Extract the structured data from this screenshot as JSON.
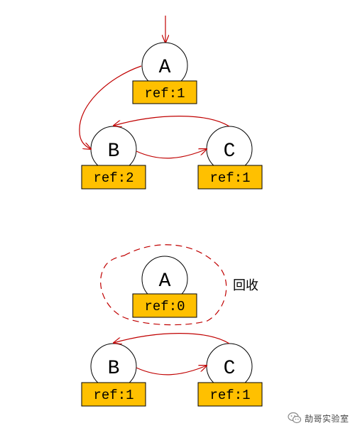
{
  "colors": {
    "ref_box": "#FFC000",
    "arrow": "#C00000",
    "outline": "#000000"
  },
  "top": {
    "node_a": {
      "letter": "A",
      "ref": "ref:1"
    },
    "node_b": {
      "letter": "B",
      "ref": "ref:2"
    },
    "node_c": {
      "letter": "C",
      "ref": "ref:1"
    }
  },
  "bottom": {
    "node_a": {
      "letter": "A",
      "ref": "ref:0"
    },
    "node_b": {
      "letter": "B",
      "ref": "ref:1"
    },
    "node_c": {
      "letter": "C",
      "ref": "ref:1"
    },
    "note": "回收"
  },
  "watermark": {
    "icon": "wechat-icon",
    "text": "劼哥实验室"
  }
}
